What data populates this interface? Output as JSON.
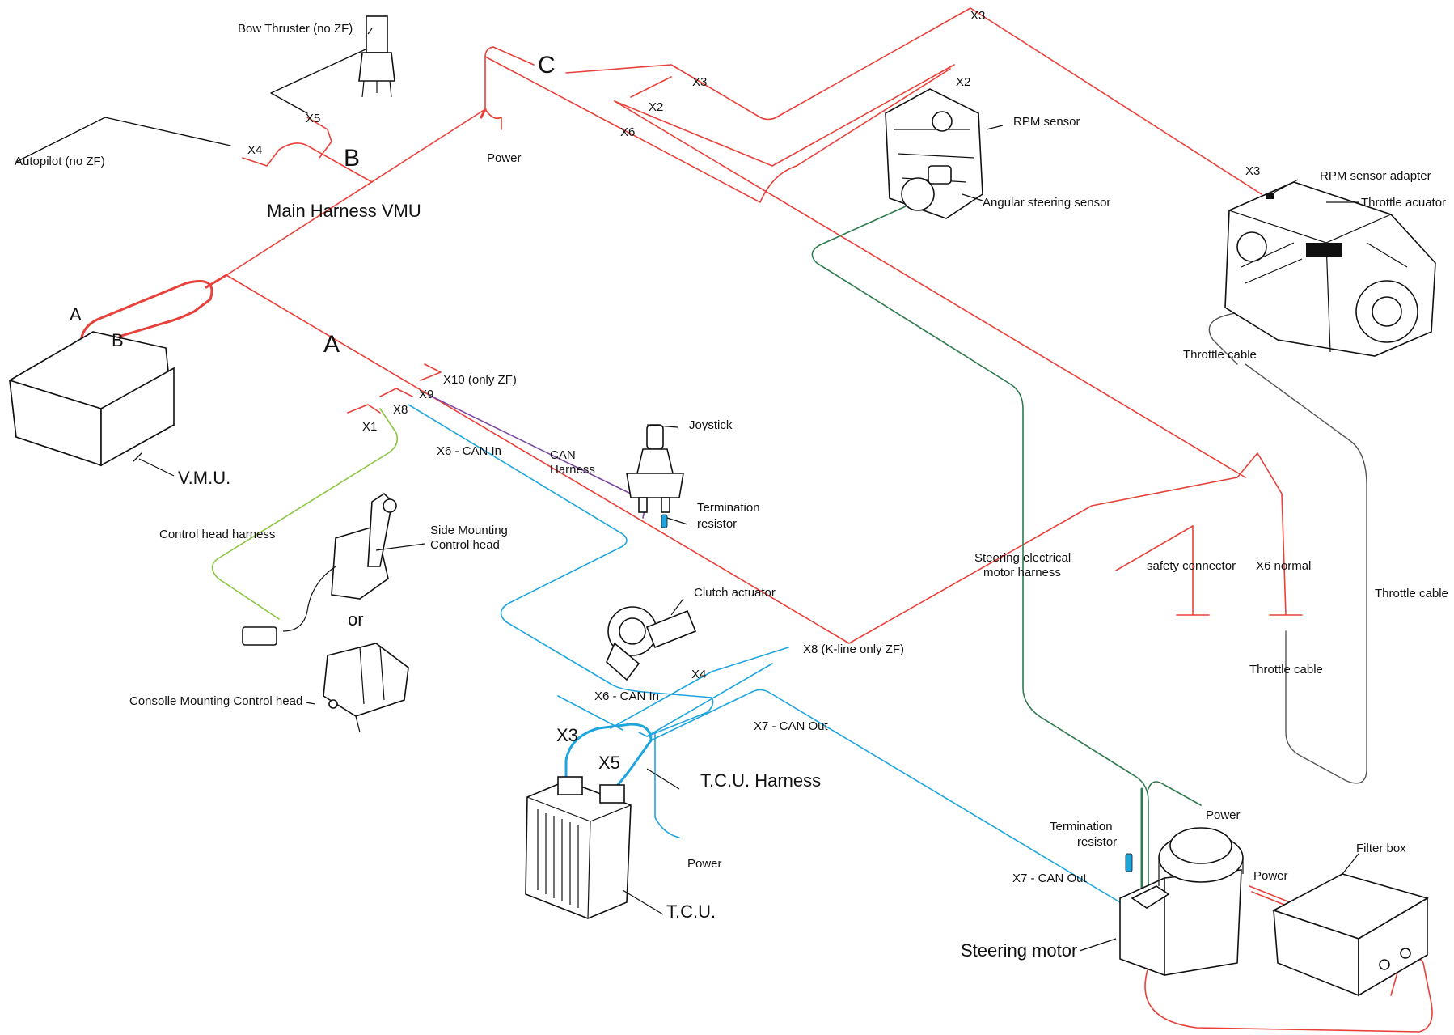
{
  "colors": {
    "red": "#e8403a",
    "blue": "#1ea5de",
    "green": "#2f7a4f",
    "lime": "#8cc63f",
    "purple": "#7a4aa0",
    "black": "#111111",
    "gray": "#555555"
  },
  "labels": {
    "bow_thruster": "Bow Thruster (no ZF)",
    "autopilot": "Autopilot (no ZF)",
    "x5_top": "X5",
    "x4_top": "X4",
    "b_top": "B",
    "c_top": "C",
    "power_top": "Power",
    "main_harness": "Main Harness VMU",
    "x3_far": "X3",
    "x3_mid": "X3",
    "x2_mid": "X2",
    "x6_mid": "X6",
    "x2_sensor": "X2",
    "rpm_sensor": "RPM sensor",
    "angular_sensor": "Angular steering sensor",
    "x3_right": "X3",
    "rpm_adapter": "RPM sensor adapter",
    "throttle_actuator": "Throttle acuator",
    "throttle_cable_1": "Throttle cable",
    "a_vmu": "A",
    "b_vmu": "B",
    "a_big": "A",
    "x10": "X10 (only ZF)",
    "x9": "X9",
    "x8_left": "X8",
    "x1": "X1",
    "x6_can_in_top": "X6 - CAN In",
    "vmu": "V.M.U.",
    "can_harness_1": "CAN",
    "can_harness_2": "Harness",
    "joystick": "Joystick",
    "termination_1a": "Termination",
    "termination_1b": "resistor",
    "control_head_harness": "Control head harness",
    "side_mount_1": "Side Mounting",
    "side_mount_2": "Control head",
    "or": "or",
    "console_mount": "Consolle Mounting Control head",
    "clutch_actuator": "Clutch actuator",
    "x4_clutch": "X4",
    "x6_can_in_bottom": "X6 - CAN In",
    "x8_kline": "X8 (K-line only ZF)",
    "x7_can_out_top": "X7 - CAN Out",
    "x3_tcu": "X3",
    "x5_tcu": "X5",
    "tcu_harness": "T.C.U. Harness",
    "power_tcu": "Power",
    "tcu": "T.C.U.",
    "steering_harness_1": "Steering electrical",
    "steering_harness_2": "motor harness",
    "safety_connector": "safety connector",
    "x6_normal": "X6 normal",
    "throttle_cable_2": "Throttle cable",
    "throttle_cable_3": "Throttle cable",
    "power_steering": "Power",
    "termination_2a": "Termination",
    "termination_2b": "resistor",
    "x7_can_out_bottom": "X7 - CAN Out",
    "filter_box": "Filter box",
    "power_filter": "Power",
    "steering_motor": "Steering motor"
  }
}
